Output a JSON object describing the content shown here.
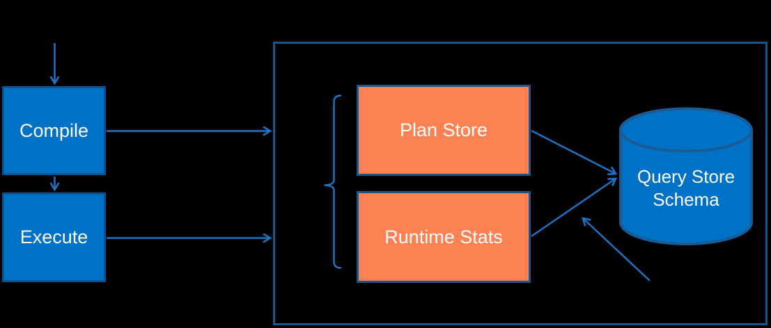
{
  "diagram": {
    "background_color": "#000000",
    "nodes": {
      "compile": {
        "label": "Compile"
      },
      "execute": {
        "label": "Execute"
      },
      "plan_store": {
        "label": "Plan Store"
      },
      "runtime_stats": {
        "label": "Runtime Stats"
      },
      "query_store_schema": {
        "label_line1": "Query Store",
        "label_line2": "Schema"
      }
    },
    "colors": {
      "process_box_fill": "#0072C6",
      "process_box_border": "#005596",
      "store_box_fill": "#FC8254",
      "store_box_border": "#15598F",
      "container_border": "#11568C",
      "cylinder_fill": "#0072C6",
      "cylinder_border": "#1A5B96",
      "arrow": "#1E73C4",
      "label_text": "#FFFFFF"
    },
    "edges": [
      {
        "from": "start",
        "to": "compile"
      },
      {
        "from": "compile",
        "to": "execute"
      },
      {
        "from": "compile",
        "to": "query-store-container"
      },
      {
        "from": "execute",
        "to": "query-store-container"
      },
      {
        "from": "plan-store",
        "to": "query-store-schema"
      },
      {
        "from": "runtime-stats",
        "to": "query-store-schema"
      },
      {
        "from": "external-bottom",
        "to": "query-store-schema"
      }
    ]
  }
}
